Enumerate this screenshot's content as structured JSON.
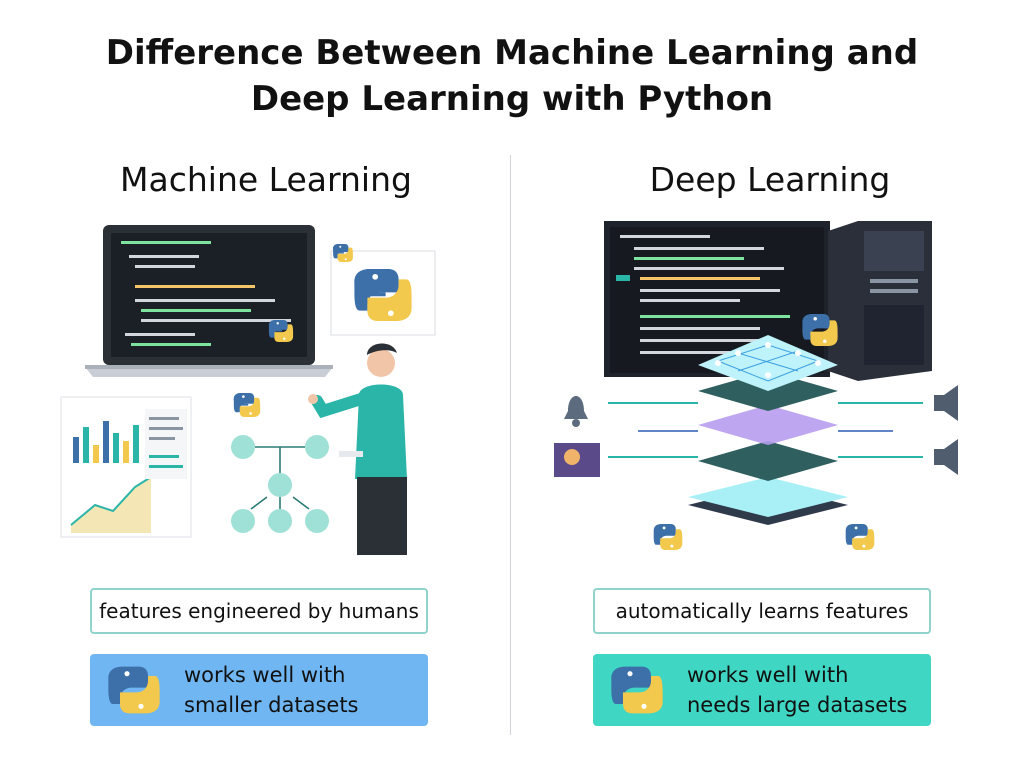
{
  "title": {
    "line1": "Difference Between Machine Learning and",
    "line2": "Deep Learning with Python"
  },
  "machine_learning": {
    "heading": "Machine Learning",
    "feature_text": "features engineered by humans",
    "data_line1": "works well with",
    "data_line2": "smaller datasets"
  },
  "deep_learning": {
    "heading": "Deep Learning",
    "feature_text": "automatically learns features",
    "data_line1": "works well with",
    "data_line2": "needs large datasets"
  },
  "colors": {
    "python_blue": "#3d6fa8",
    "python_yellow": "#f2c94c",
    "teal": "#2bb5a8",
    "ml_box": "#6fb6f2",
    "dl_box": "#3fd6c3"
  },
  "icons": [
    "python-logo-icon",
    "laptop-icon",
    "server-tower-icon",
    "neural-network-icon",
    "speaker-icon",
    "bell-icon"
  ]
}
